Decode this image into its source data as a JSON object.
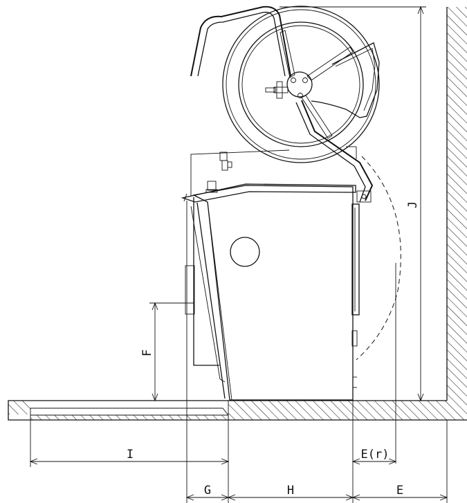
{
  "dimensions": {
    "E": "E",
    "E_r": "E(r)",
    "F": "F",
    "G": "G",
    "H": "H",
    "I": "I",
    "J": "J"
  }
}
